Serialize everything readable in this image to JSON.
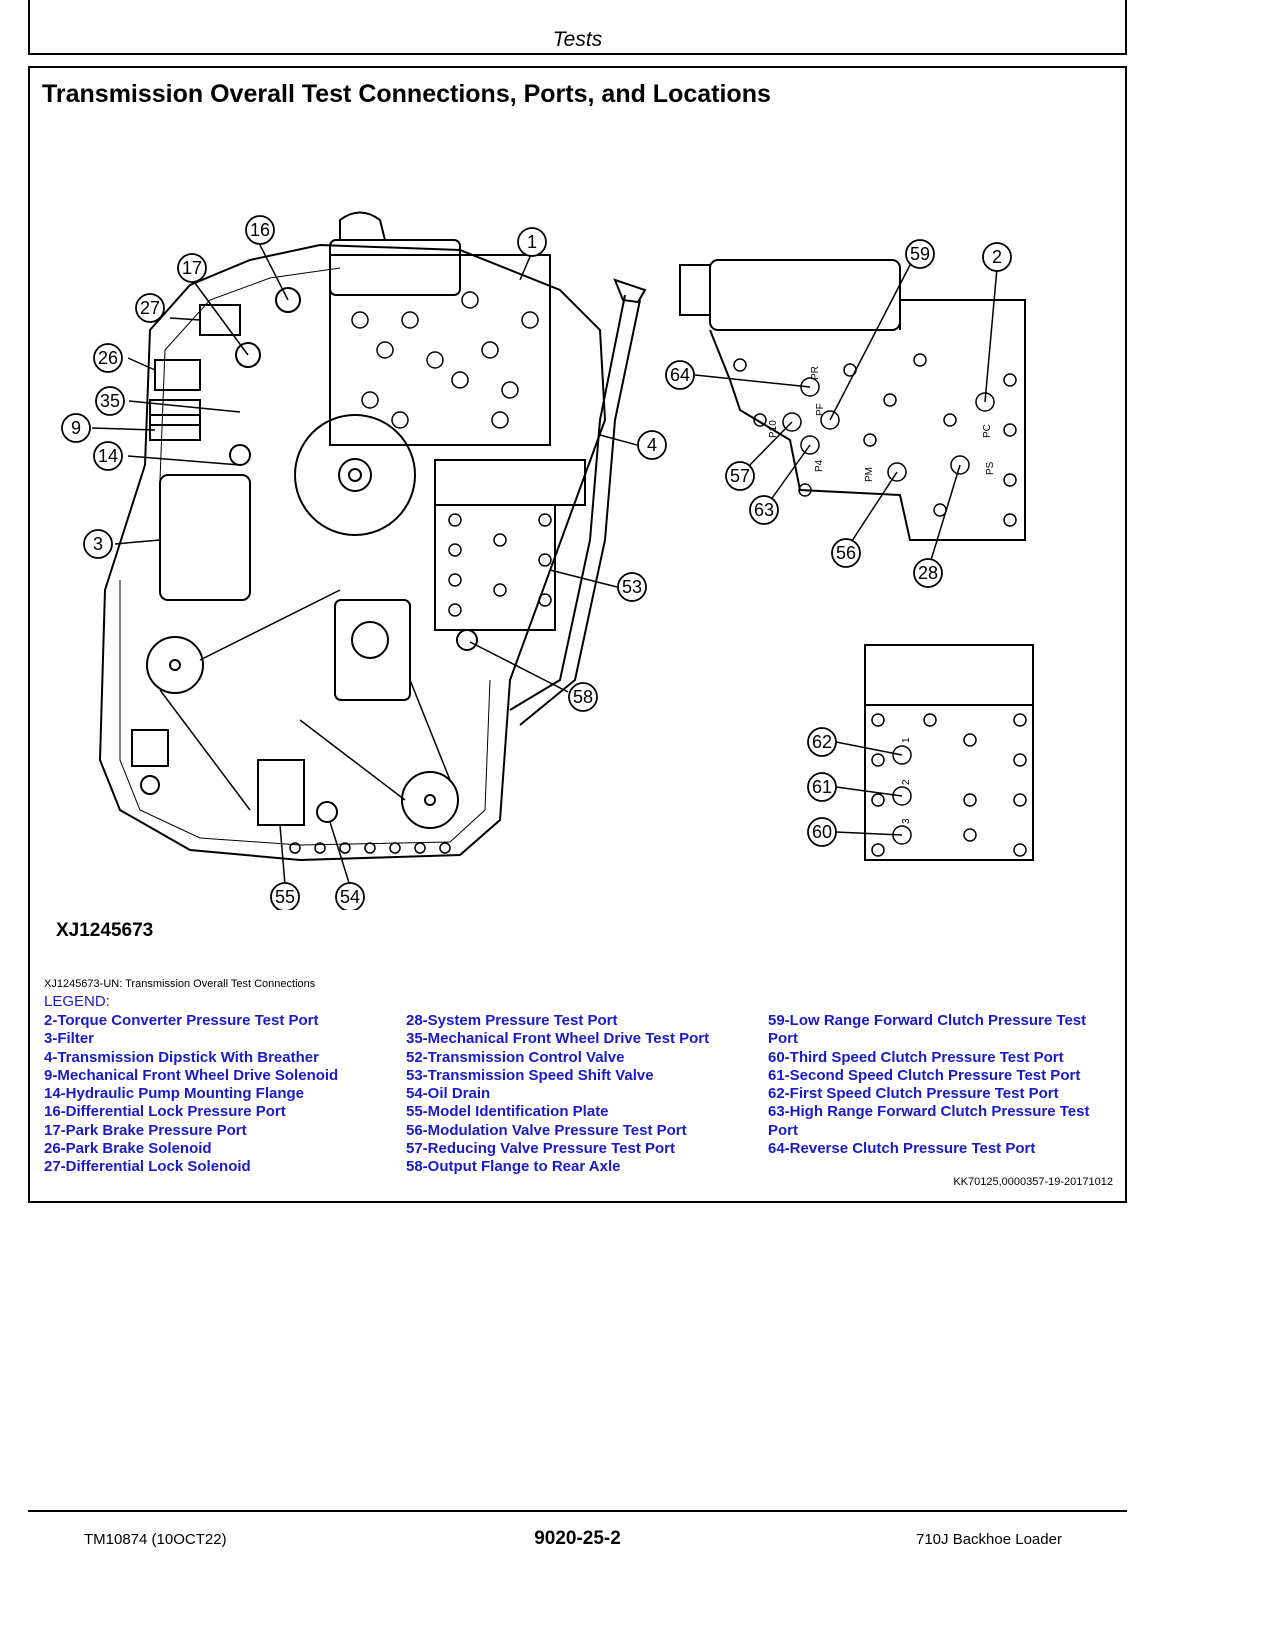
{
  "header": {
    "title": "Tests"
  },
  "section": {
    "title": "Transmission Overall Test Connections, Ports, and Locations"
  },
  "figure": {
    "id": "XJ1245673",
    "caption": "XJ1245673-UN: Transmission Overall Test Connections",
    "callouts": [
      "1",
      "2",
      "3",
      "4",
      "9",
      "14",
      "16",
      "17",
      "26",
      "27",
      "28",
      "35",
      "53",
      "54",
      "55",
      "56",
      "57",
      "58",
      "59",
      "60",
      "61",
      "62",
      "63",
      "64"
    ],
    "port_marks": [
      "PR",
      "PF",
      "PC",
      "P10",
      "P4",
      "PM",
      "PS",
      "1",
      "2",
      "3"
    ]
  },
  "legend": {
    "title": "LEGEND:",
    "col1": [
      "2-Torque Converter Pressure Test Port",
      "3-Filter",
      "4-Transmission Dipstick With Breather",
      "9-Mechanical Front Wheel Drive Solenoid",
      "14-Hydraulic Pump Mounting Flange",
      "16-Differential Lock Pressure Port",
      "17-Park Brake Pressure Port",
      "26-Park Brake Solenoid",
      "27-Differential Lock Solenoid"
    ],
    "col2": [
      "28-System Pressure Test Port",
      "35-Mechanical Front Wheel Drive Test Port",
      "52-Transmission Control Valve",
      "53-Transmission Speed Shift Valve",
      "54-Oil Drain",
      "55-Model Identification Plate",
      "56-Modulation Valve Pressure Test Port",
      "57-Reducing Valve Pressure Test Port",
      "58-Output Flange to Rear Axle"
    ],
    "col3": [
      "59-Low Range Forward Clutch Pressure Test Port",
      "60-Third Speed Clutch Pressure Test Port",
      "61-Second Speed Clutch Pressure Test Port",
      "62-First Speed Clutch Pressure Test Port",
      "63-High Range Forward Clutch Pressure Test Port",
      "64-Reverse Clutch Pressure Test Port"
    ]
  },
  "doc_code": "KK70125,0000357-19-20171012",
  "footer": {
    "left": "TM10874 (10OCT22)",
    "center": "9020-25-2",
    "right": "710J Backhoe Loader"
  }
}
